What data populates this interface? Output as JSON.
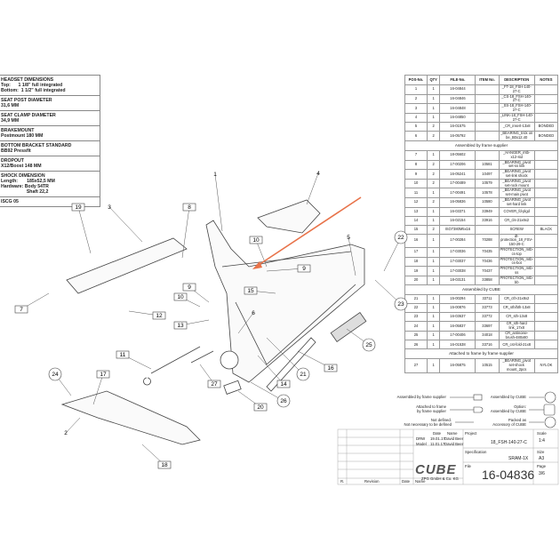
{
  "specs": [
    {
      "title": "HEADSET DIMENSIONS",
      "lines": [
        "Top:      1 1/8\" full integrated",
        "Bottom:  1 1/2\" full integrated"
      ]
    },
    {
      "title": "SEAT POST DIAMETER",
      "lines": [
        "31,6 MM"
      ]
    },
    {
      "title": "SEAT CLAMP DIAMETER",
      "lines": [
        "34,9 MM"
      ]
    },
    {
      "title": "BRAKEMOUNT",
      "lines": [
        "Postmount 180 MM"
      ]
    },
    {
      "title": "BOTTOM BRACKET STANDARD",
      "lines": [
        "BB92 Pressfit"
      ]
    },
    {
      "title": "DROPOUT",
      "lines": [
        "X12/Boost 148 MM"
      ]
    },
    {
      "title": "SHOCK DIMENSION",
      "lines": [
        "Length:       185x52,5 MM",
        "Hardware: Body 54TR",
        "                    Shaft 22,2"
      ]
    },
    {
      "title": "ISCG 05",
      "lines": []
    }
  ],
  "parts_table": {
    "headers": [
      "POS-No.",
      "QTY",
      "FILE-No.",
      "ITEM No.",
      "DESCRIPTION",
      "NOTES"
    ],
    "rows": [
      [
        "1",
        "1",
        "16-04844",
        "",
        "_FT-18_FSH-140-27-C",
        ""
      ],
      [
        "2",
        "1",
        "16-04846",
        "",
        "_CS-18_FSH-140-27-C",
        ""
      ],
      [
        "3",
        "1",
        "16-04848",
        "",
        "_SS-18_FSH-140-27-C",
        ""
      ],
      [
        "4",
        "1",
        "16-04850",
        "",
        "_LINK-18_FSH-140-27-C",
        ""
      ],
      [
        "5",
        "2",
        "16-01575",
        "",
        "_CR_insert-13x8",
        "BONDED"
      ],
      [
        "6",
        "2",
        "16-05792",
        "",
        "_BEARING_trick on be_B0x12.40",
        "BONDED"
      ],
      {
        "section": "Assembled by frame supplier"
      },
      [
        "7",
        "1",
        "18-05602",
        "",
        "_HANGER_mtb-x12-std",
        ""
      ],
      [
        "8",
        "2",
        "17-00206",
        "10581",
        "_BEARING_pivot set-ss link",
        ""
      ],
      [
        "9",
        "2",
        "16-05241",
        "10497",
        "_BEARING_pivot set-link shock",
        ""
      ],
      [
        "10",
        "2",
        "17-00489",
        "10579",
        "_BEARING_pivot set-rock mount",
        ""
      ],
      [
        "11",
        "1",
        "17-00491",
        "10578",
        "_BEARING_pivot set-main pivot",
        ""
      ],
      [
        "12",
        "2",
        "16-05836",
        "10580",
        "_BEARING_pivot set-hard link",
        ""
      ],
      [
        "13",
        "1",
        "16-03371",
        "33949",
        "COVER_fd-plgd",
        ""
      ],
      [
        "14",
        "1",
        "16-02154",
        "33916",
        "CR_cls-21x8x2",
        ""
      ],
      [
        "15",
        "2",
        "ISO7380M5x16",
        "",
        "SCREW",
        "BLACK"
      ],
      [
        "16",
        "1",
        "17-00284",
        "70288",
        "dt-protection_18_FSV-150-29-C",
        ""
      ],
      [
        "17",
        "1",
        "17-03036",
        "70435",
        "PROTECTION_mtb-cs-top",
        ""
      ],
      [
        "18",
        "1",
        "17-03037",
        "70436",
        "PROTECTION_mtb-cs-bot",
        ""
      ],
      [
        "19",
        "1",
        "17-03038",
        "70437",
        "PROTECTION_mtb-ss",
        ""
      ],
      [
        "20",
        "1",
        "18-03131",
        "33858",
        "PROTECTION_mtb-bb",
        ""
      ],
      {
        "section": "Assembled by CUBE"
      },
      [
        "21",
        "1",
        "15-00294",
        "33711",
        "CR_cth-21x8x2",
        ""
      ],
      [
        "22",
        "1",
        "15-00876",
        "33773",
        "CR_sth/bth-13x8",
        ""
      ],
      [
        "23",
        "1",
        "16-03637",
        "33772",
        "CR_sth-13x8",
        ""
      ],
      [
        "24",
        "1",
        "16-05837",
        "33697",
        "CR_sth-hard link_17x8",
        ""
      ],
      [
        "25",
        "1",
        "17-00406",
        "34018",
        "CR_antinoise-brush-480x80",
        ""
      ],
      [
        "26",
        "1",
        "16-01538",
        "33716",
        "CR_cst-fold-21x8",
        ""
      ],
      {
        "section": "Attached to frame by frame supplier"
      },
      [
        "27",
        "1",
        "16-05875",
        "10515",
        "_BEARING_pivot set-shock mount_2pcs",
        "NYLOK"
      ]
    ]
  },
  "callouts": [
    {
      "label": "1",
      "shape": "plain"
    },
    {
      "label": "4",
      "shape": "plain"
    },
    {
      "label": "19",
      "shape": "box"
    },
    {
      "label": "3",
      "shape": "plain"
    },
    {
      "label": "8",
      "shape": "box"
    },
    {
      "label": "10",
      "shape": "box"
    },
    {
      "label": "9",
      "shape": "box"
    },
    {
      "label": "5",
      "shape": "plain"
    },
    {
      "label": "22",
      "shape": "circle"
    },
    {
      "label": "23",
      "shape": "circle"
    },
    {
      "label": "9",
      "shape": "box"
    },
    {
      "label": "15",
      "shape": "box"
    },
    {
      "label": "10",
      "shape": "box"
    },
    {
      "label": "7",
      "shape": "box"
    },
    {
      "label": "12",
      "shape": "box"
    },
    {
      "label": "6",
      "shape": "plain"
    },
    {
      "label": "13",
      "shape": "box"
    },
    {
      "label": "25",
      "shape": "circle"
    },
    {
      "label": "11",
      "shape": "box"
    },
    {
      "label": "16",
      "shape": "box"
    },
    {
      "label": "24",
      "shape": "circle"
    },
    {
      "label": "17",
      "shape": "box"
    },
    {
      "label": "21",
      "shape": "circle"
    },
    {
      "label": "27",
      "shape": "box"
    },
    {
      "label": "14",
      "shape": "box"
    },
    {
      "label": "26",
      "shape": "circle"
    },
    {
      "label": "20",
      "shape": "box"
    },
    {
      "label": "2",
      "shape": "plain"
    },
    {
      "label": "18",
      "shape": "box"
    }
  ],
  "annotation_color": "#e8734a",
  "legend": {
    "left": [
      "Assembled by frame supplier",
      "Attached to frame\nby frame supplier",
      "Not defined.\nNot necessary to be defined"
    ],
    "right": [
      "Assembled by CUBE",
      "Option:\nAssembled by CUBE",
      "Packed as\nAccessory of CUBE"
    ]
  },
  "title_block": {
    "date_header": "Date",
    "name_header": "Name",
    "drw_label": "DRW",
    "drw_date": "19.01.17",
    "drw_name": "David Beer",
    "model_label": "Model",
    "model_date": "11.01.17",
    "model_name": "David Beer",
    "project_label": "Project",
    "project": "18_FSH-140-27-C",
    "spec_label": "Specification",
    "spec": "SRAM-1X",
    "file_label": "File",
    "file": "16-04836",
    "scale_label": "Scale",
    "scale": "1:4",
    "size_label": "Size",
    "size": "A3",
    "page_label": "Page",
    "page": "3/6",
    "logo": "CUBE",
    "company": "ZPG GmbH & Co. KG",
    "rev_cols": [
      "R.",
      "Revision",
      "Date",
      "Name"
    ]
  }
}
